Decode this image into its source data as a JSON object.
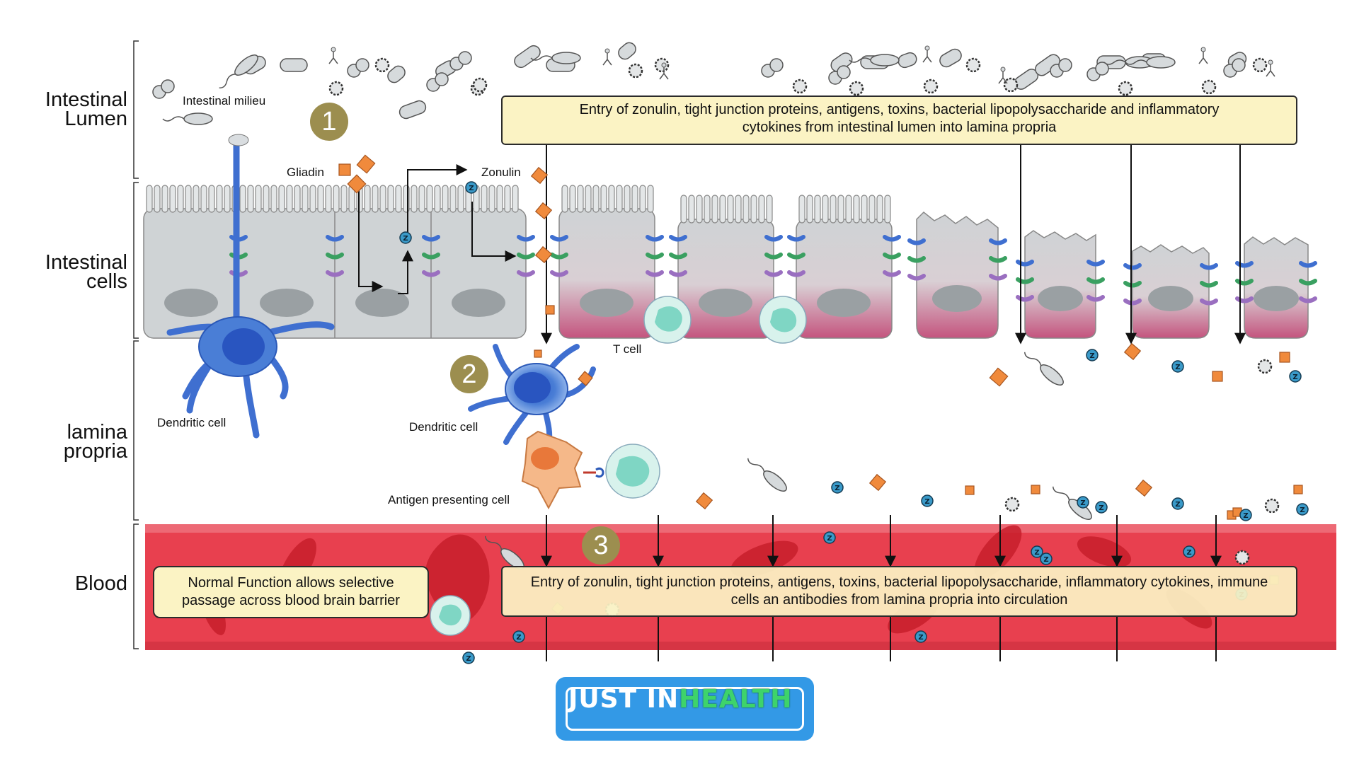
{
  "layers": {
    "lumen": "Intestinal Lumen",
    "cells": "Intestinal cells",
    "lamina": "lamina propria",
    "blood": "Blood"
  },
  "labels": {
    "milieu": "Intestinal milieu",
    "gliadin": "Gliadin",
    "zonulin": "Zonulin",
    "t_cell": "T cell",
    "dendritic_left": "Dendritic cell",
    "dendritic_mid": "Dendritic cell",
    "apc": "Antigen presenting cell"
  },
  "steps": [
    "1",
    "2",
    "3"
  ],
  "callouts": {
    "lumen_entry": "Entry of zonulin, tight junction proteins, antigens, toxins, bacterial lipopolysaccharide and inflammatory cytokines from intestinal lumen into lamina propria",
    "normal": "Normal Function allows selective passage across blood brain barrier",
    "blood_entry": "Entry of zonulin, tight junction proteins, antigens, toxins, bacterial lipopolysaccharide, inflammatory cytokines, immune cells an antibodies from lamina propria into circulation"
  },
  "logo": {
    "part1": "JUST IN",
    "part2": "HEALTH"
  },
  "marker_letter": "Z",
  "colors": {
    "callout_fill": "#fbf3c4",
    "step_badge": "#9c8e4f",
    "epithelium": "#c9cfd0",
    "inflamed_cell": "#c4547e",
    "blood_vessel": "#e8404f",
    "dendritic_cell": "#3f6fd0",
    "antigen_presenting_cell": "#f0a06a",
    "t_cell": "#7fd6c4",
    "gliadin": "#f08a3c",
    "zonulin_marker": "#3a9ac9",
    "logo_blue": "#3399e6",
    "logo_green": "#3ed36b"
  }
}
